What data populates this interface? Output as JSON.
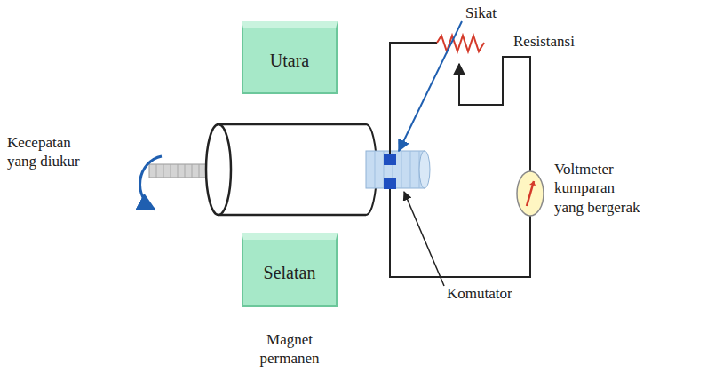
{
  "diagram": {
    "nodes": [
      {
        "text": [
          "Utara"
        ]
      },
      {
        "text": [
          "Selatan"
        ]
      }
    ],
    "labels": [
      "Sikat",
      "Resistansi",
      "Kecepatan yang diukur",
      "Voltmeter kumparan yang bergerak",
      "Komutator",
      "Magnet permanen"
    ]
  }
}
